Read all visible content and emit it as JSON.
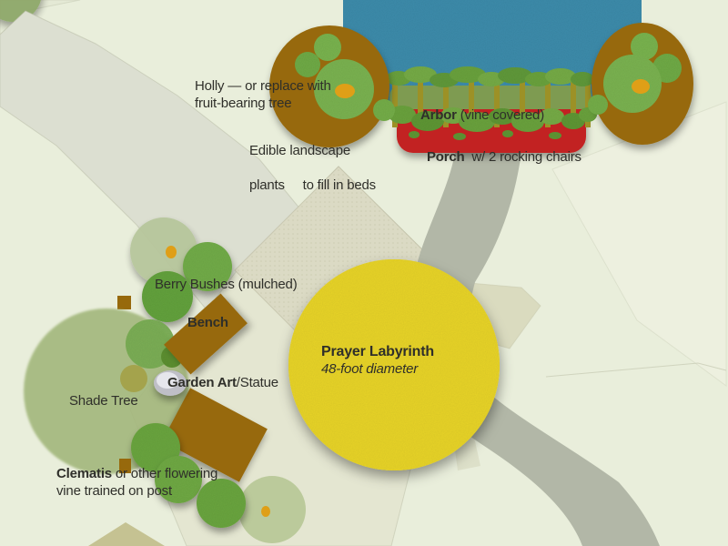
{
  "title": "Backyard garden landscape plan",
  "labels": {
    "holly": {
      "line1": "Holly — or replace with",
      "line2": "fruit-bearing tree"
    },
    "edible": {
      "line1": "Edible landscape",
      "line2": "plants     to fill in beds"
    },
    "arbor": {
      "name": "Arbor",
      "note": " (vine covered)"
    },
    "porch": {
      "name": "Porch",
      "note": "  w/ 2 rocking chairs"
    },
    "berry": {
      "text": "Berry Bushes (mulched)"
    },
    "bench": {
      "text": "Bench"
    },
    "garden_art": {
      "name": "Garden Art",
      "note": "/Statue"
    },
    "shade_tree": {
      "text": "Shade Tree"
    },
    "clematis": {
      "name": "Clematis",
      "note": " or other flowering",
      "line2": "vine trained on post"
    },
    "labyrinth": {
      "name": "Prayer Labyrinth",
      "note": "48-foot diameter"
    }
  },
  "colors": {
    "background": "#e9eedb",
    "path_light": "#dcdfd1",
    "path_gray": "#b2b7a7",
    "area_wedge": "#e4e6d1",
    "area_diamond": "#dbdac4",
    "bed_brown": "#97690c",
    "bush_green": "#74ae4b",
    "bush_green_dark": "#5f9636",
    "canopy_sage": "#a9bd85",
    "house_blue": "#3c8cab",
    "porch_red": "#c22121",
    "arbor_beam_green": "#7e9b51",
    "arbor_post_olive": "#9c9126",
    "vine_green": "#6aa23d",
    "labyrinth_yellow": "#e8d42c",
    "fruit_orange": "#df9f17",
    "statue_gray": "#c6c6ce",
    "triangle_khaki": "#c5c292",
    "text": "#2f2f2a"
  }
}
